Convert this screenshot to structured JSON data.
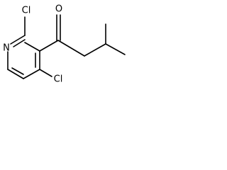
{
  "molecule": {
    "atoms": {
      "n1": "N",
      "cl_top": "Cl",
      "cl_bottom": "Cl",
      "o": "O"
    },
    "colors": {
      "bond": "#000000",
      "label": "#000000",
      "background": "#ffffff"
    }
  }
}
